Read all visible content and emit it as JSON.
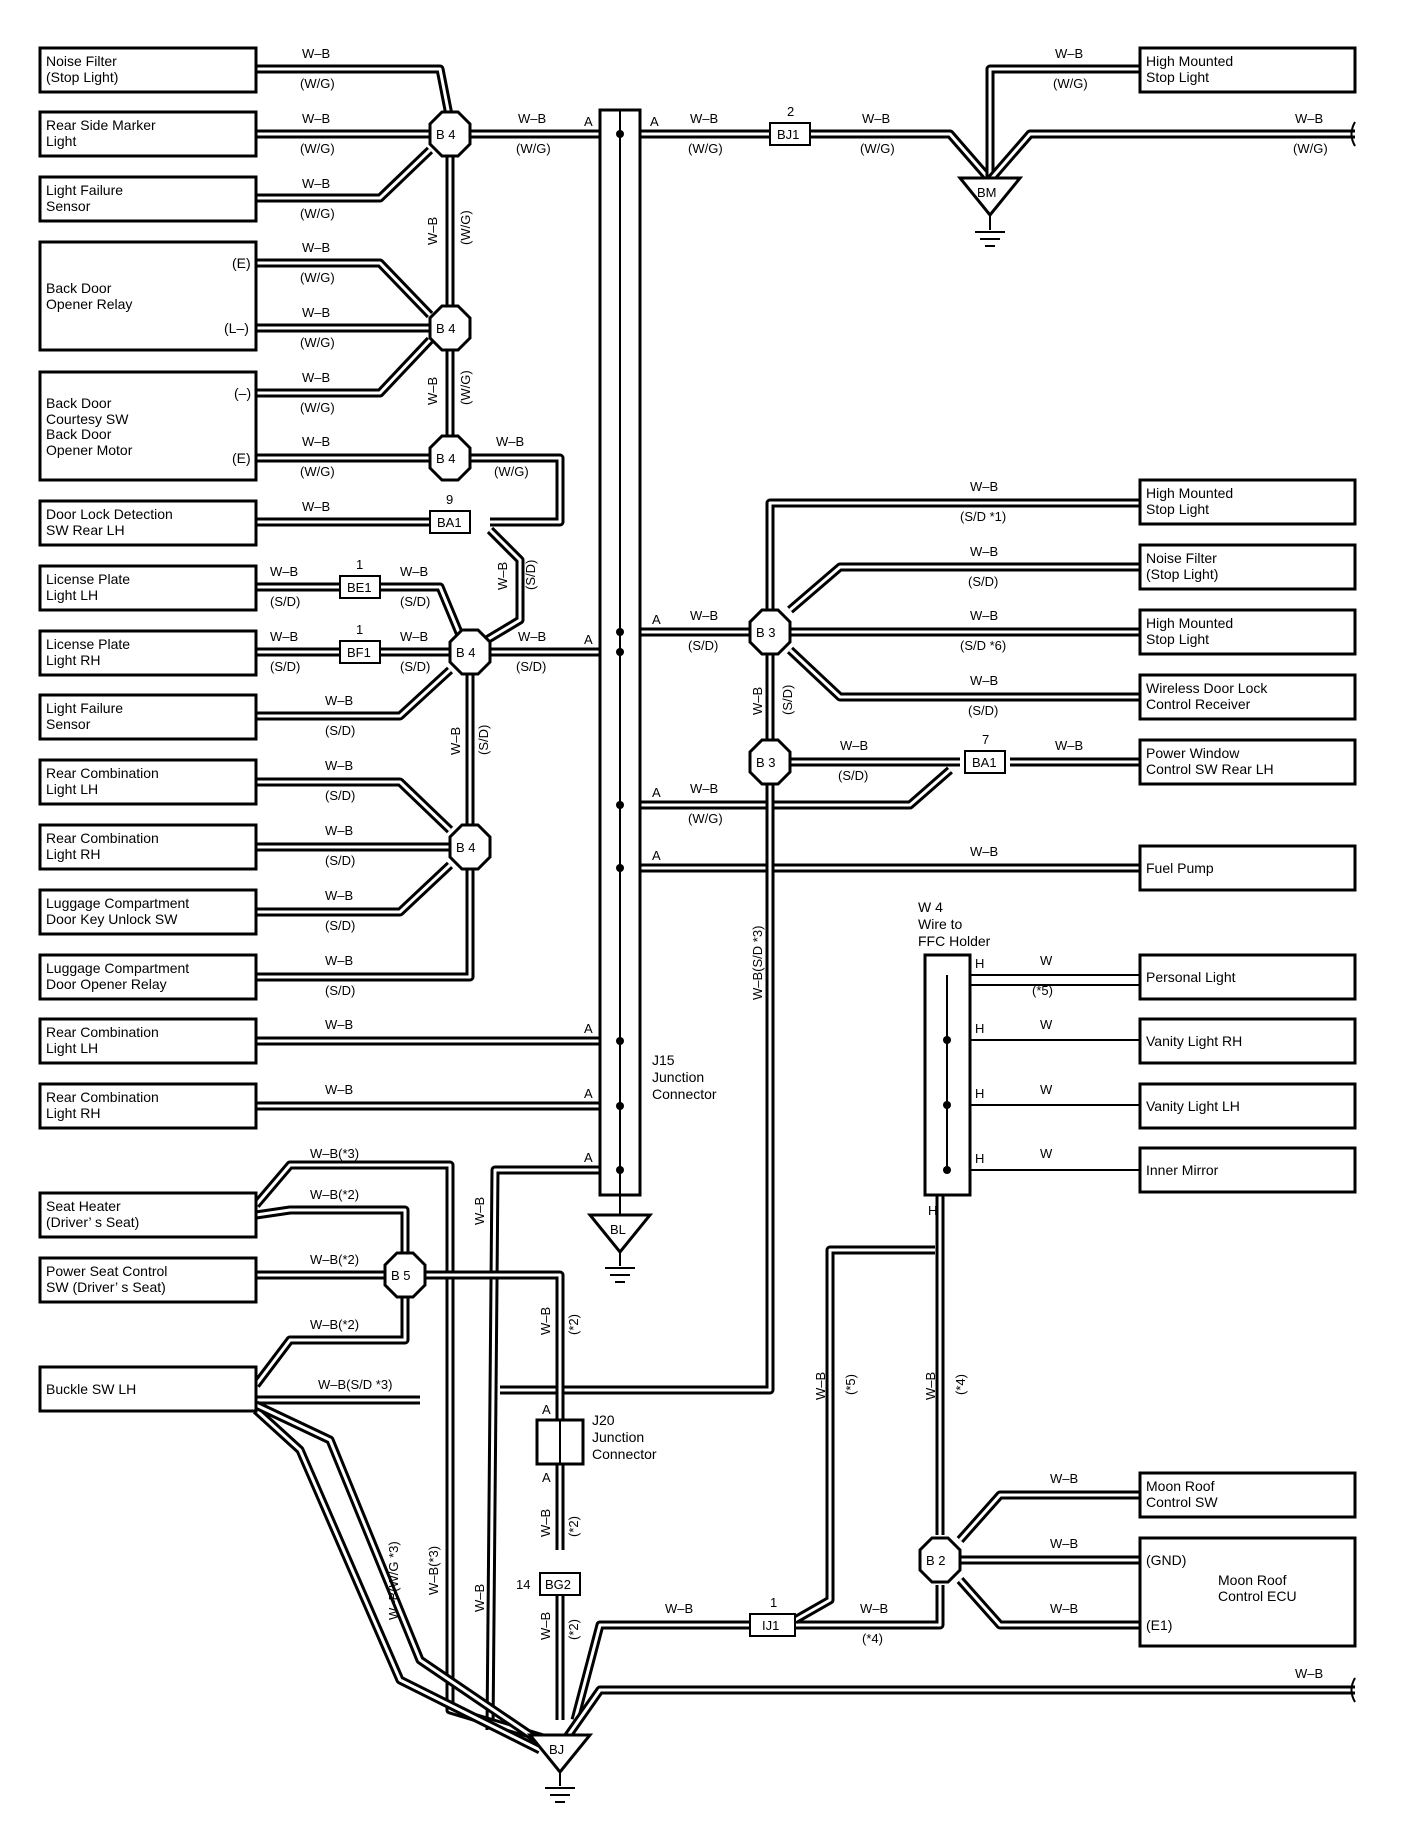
{
  "components": {
    "noise_filter_1": [
      "Noise Filter",
      "(Stop Light)"
    ],
    "rear_side_marker": [
      "Rear Side Marker",
      "Light"
    ],
    "light_failure_1": [
      "Light Failure",
      "Sensor"
    ],
    "back_door_opener_relay": [
      "Back Door",
      "Opener Relay"
    ],
    "back_door_courtesy": [
      "Back Door",
      "Courtesy SW",
      "Back Door",
      "Opener Motor"
    ],
    "door_lock_detection": [
      "Door Lock Detection",
      "SW Rear LH"
    ],
    "license_lh": [
      "License Plate",
      "Light LH"
    ],
    "license_rh": [
      "License Plate",
      "Light RH"
    ],
    "light_failure_2": [
      "Light Failure",
      "Sensor"
    ],
    "rear_comb_lh_1": [
      "Rear Combination",
      "Light LH"
    ],
    "rear_comb_rh_1": [
      "Rear Combination",
      "Light RH"
    ],
    "luggage_unlock": [
      "Luggage Compartment",
      "Door Key Unlock SW"
    ],
    "luggage_relay": [
      "Luggage Compartment",
      "Door Opener Relay"
    ],
    "rear_comb_lh_2": [
      "Rear Combination",
      "Light LH"
    ],
    "rear_comb_rh_2": [
      "Rear Combination",
      "Light RH"
    ],
    "seat_heater": [
      "Seat Heater",
      "(Driver’ s Seat)"
    ],
    "power_seat": [
      "Power Seat Control",
      "SW (Driver’ s Seat)"
    ],
    "buckle_sw": [
      "Buckle SW LH"
    ],
    "high_mounted_1": [
      "High Mounted",
      "Stop Light"
    ],
    "high_mounted_2": [
      "High Mounted",
      "Stop Light"
    ],
    "noise_filter_2": [
      "Noise Filter",
      "(Stop Light)"
    ],
    "high_mounted_3": [
      "High Mounted",
      "Stop Light"
    ],
    "wireless_door": [
      "Wireless Door Lock",
      "Control Receiver"
    ],
    "power_window": [
      "Power Window",
      "Control SW Rear LH"
    ],
    "fuel_pump": [
      "Fuel Pump"
    ],
    "personal_light": [
      "Personal Light"
    ],
    "vanity_rh": [
      "Vanity Light RH"
    ],
    "vanity_lh": [
      "Vanity Light LH"
    ],
    "inner_mirror": [
      "Inner Mirror"
    ],
    "moon_roof_sw": [
      "Moon Roof",
      "Control SW"
    ],
    "moon_roof_ecu": [
      "Moon Roof",
      "Control ECU"
    ]
  },
  "pin_labels": {
    "e": "(E)",
    "l_minus": "(L–)",
    "minus": "(–)",
    "gnd": "(GND)",
    "e1": "(E1)"
  },
  "wire_colors": {
    "wb": "W–B",
    "wg": "(W/G)",
    "sd": "(S/D)",
    "w": "W",
    "wb_sd3": "W–B(S/D *3)",
    "wb_3": "W–B(*3)",
    "wb_2": "W–B(*2)",
    "wb_wg3": "W–B(W/G *3)",
    "sd1": "(S/D *1)",
    "sd6": "(S/D *6)",
    "n2": "(*2)",
    "n4": "(*4)",
    "n5": "(*5)"
  },
  "splices": {
    "b4": "B 4",
    "b3": "B 3",
    "b5": "B 5",
    "b2": "B 2"
  },
  "connectors": {
    "bj1": "BJ1",
    "bj1_pin": "2",
    "ba1a": "BA1",
    "ba1a_pin": "9",
    "be1": "BE1",
    "be1_pin": "1",
    "bf1": "BF1",
    "bf1_pin": "1",
    "ba1b": "BA1",
    "ba1b_pin": "7",
    "bg2": "BG2",
    "bg2_pin": "14",
    "ij1": "IJ1",
    "ij1_pin": "1"
  },
  "grounds": {
    "bm": "BM",
    "bl": "BL",
    "bj": "BJ"
  },
  "terminals": {
    "a": "A",
    "h": "H"
  },
  "junctions": {
    "j15": [
      "J15",
      "Junction",
      "Connector"
    ],
    "j20": [
      "J20",
      "Junction",
      "Connector"
    ],
    "w4": [
      "W 4",
      "Wire to",
      "FFC Holder"
    ]
  }
}
